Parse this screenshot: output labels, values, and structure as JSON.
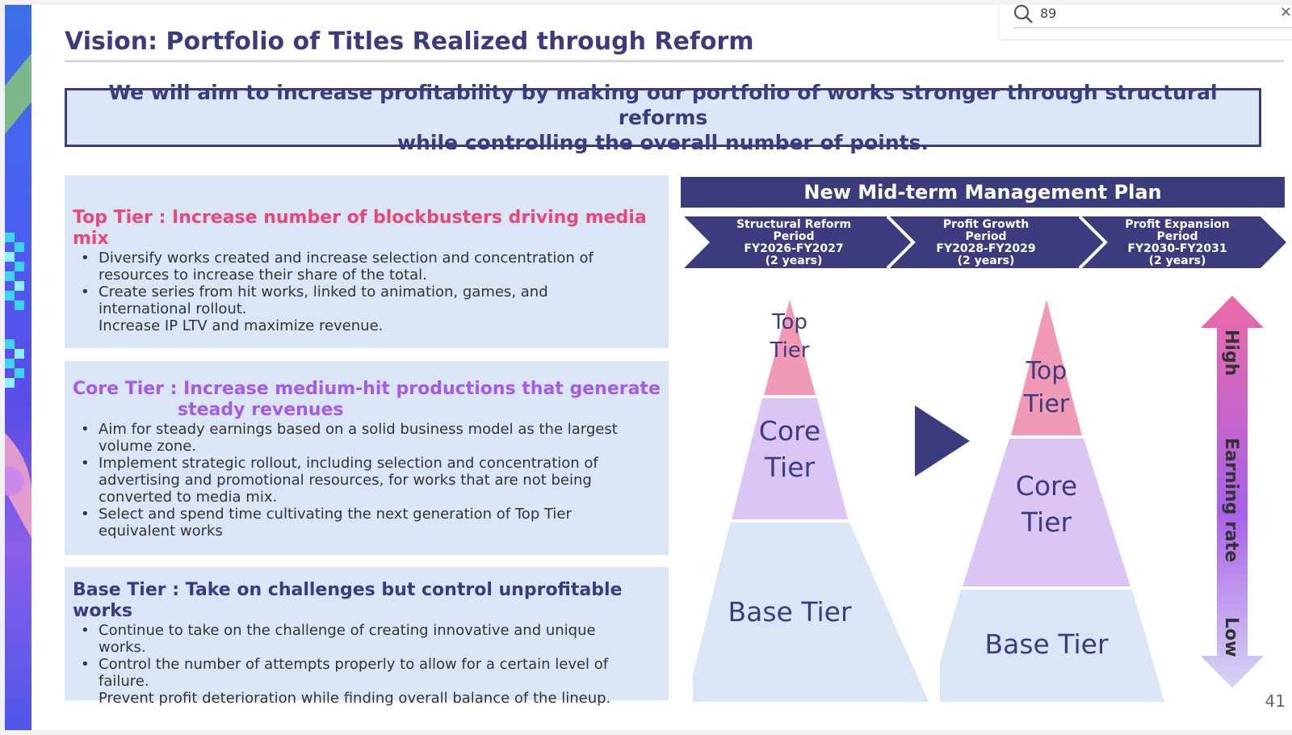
{
  "search": {
    "value": "89",
    "close_glyph": "×"
  },
  "title": "Vision: Portfolio of Titles Realized through Reform",
  "banner": {
    "line1": "We will aim to increase profitability by making our portfolio of works stronger through structural reforms",
    "line2": "while controlling the overall number of points."
  },
  "tiers": {
    "top": {
      "heading": "Top Tier : Increase number of blockbusters driving media mix",
      "color": "#e8477a",
      "items": [
        "Diversify works created and increase selection and concentration of",
        "resources to increase their share of the total.",
        "Create series from hit works, linked to animation, games, and",
        "international rollout.",
        "Increase IP LTV and maximize revenue."
      ]
    },
    "core": {
      "heading1": "Core Tier : Increase medium-hit productions that generate",
      "heading2": "steady revenues",
      "color": "#a55ae8",
      "items": [
        "Aim for steady earnings based on a solid business model as the largest",
        "volume zone.",
        "Implement strategic rollout, including selection and concentration of",
        "advertising and promotional resources, for works that are not being",
        "converted to media mix.",
        "Select and spend time cultivating the next generation of Top Tier",
        "equivalent works"
      ]
    },
    "base": {
      "heading": "Base Tier : Take on challenges but control unprofitable works",
      "color": "#3c3b7d",
      "items": [
        "Continue to take on the challenge of creating innovative and unique",
        "works.",
        "Control the number of attempts properly to allow for a certain level of",
        "failure.",
        "Prevent profit deterioration while finding overall balance of the lineup."
      ]
    }
  },
  "plan": {
    "header": "New Mid-term Management Plan",
    "periods": [
      {
        "line1": "Structural Reform",
        "line2": "Period",
        "line3": "FY2026-FY2027",
        "line4": "(2 years)"
      },
      {
        "line1": "Profit Growth",
        "line2": "Period",
        "line3": "FY2028-FY2029",
        "line4": "(2 years)"
      },
      {
        "line1": "Profit Expansion",
        "line2": "Period",
        "line3": "FY2030-FY2031",
        "line4": "(2 years)"
      }
    ]
  },
  "pyramids": {
    "left": {
      "top1": "Top",
      "top2": "Tier",
      "core1": "Core",
      "core2": "Tier",
      "base": "Base Tier"
    },
    "right": {
      "top1": "Top",
      "top2": "Tier",
      "core1": "Core",
      "core2": "Tier",
      "base": "Base Tier"
    }
  },
  "axis": {
    "high": "High",
    "middle": "Earning rate",
    "low": "Low"
  },
  "colors": {
    "navy": "#3c3b7d",
    "top_tier": "#f19ab8",
    "core_tier": "#dcc4f5",
    "base_tier": "#dae5f6",
    "box_bg": "#dae5f6"
  },
  "page_number": "41"
}
